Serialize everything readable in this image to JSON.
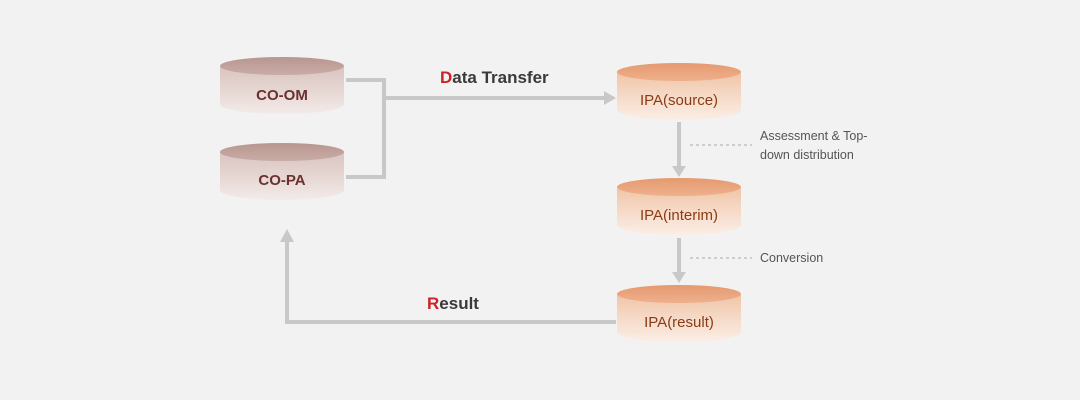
{
  "nodes": {
    "co_om": "CO-OM",
    "co_pa": "CO-PA",
    "ipa_source": "IPA(source)",
    "ipa_interim": "IPA(interim)",
    "ipa_result": "IPA(result)"
  },
  "edges": {
    "data_transfer": {
      "initial": "D",
      "rest": "ata Transfer"
    },
    "result": {
      "initial": "R",
      "rest": "esult"
    }
  },
  "notes": {
    "assessment_line1": "Assessment & Top-",
    "assessment_line2": "down distribution",
    "conversion": "Conversion"
  },
  "colors": {
    "background": "#f2f2f2",
    "arrow": "#c8c8c8",
    "accent_red": "#cc2229",
    "co_text": "#6b3030",
    "ipa_text": "#8a3c14",
    "note_text": "#555555",
    "edge_text": "#3a3a3a"
  }
}
